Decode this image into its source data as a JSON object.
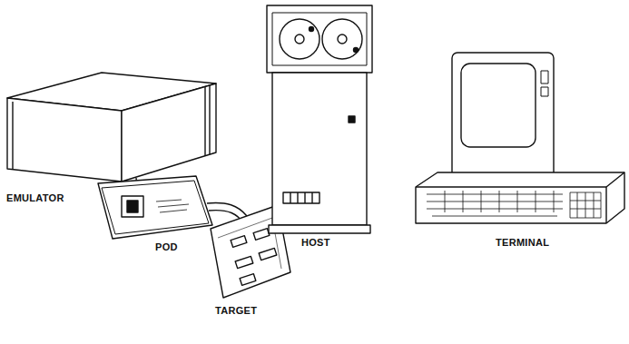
{
  "diagram": {
    "labels": [
      "EMULATOR",
      "HOST",
      "TERMINAL",
      "POD",
      "TARGET"
    ]
  }
}
